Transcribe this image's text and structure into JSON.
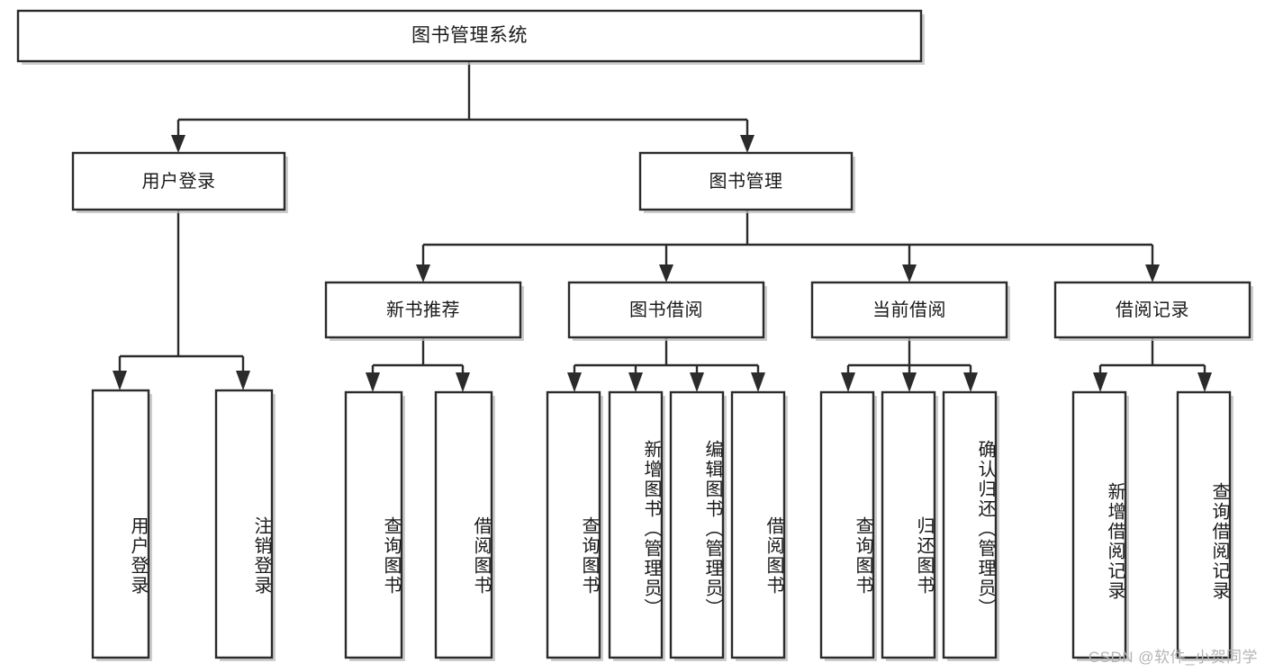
{
  "diagram": {
    "type": "tree-hierarchy-chart",
    "title": "图书管理系统",
    "colors": {
      "box_fill": "#ffffff",
      "box_stroke": "#2b2b2b",
      "text": "#1a1a1a",
      "watermark": "#b4b4b4",
      "background": "#ffffff"
    },
    "levels": {
      "root": {
        "label": "图书管理系统"
      },
      "level2": [
        {
          "label": "用户登录"
        },
        {
          "label": "图书管理"
        }
      ],
      "level3": [
        {
          "label": "新书推荐"
        },
        {
          "label": "图书借阅"
        },
        {
          "label": "当前借阅"
        },
        {
          "label": "借阅记录"
        }
      ],
      "leaves": {
        "user_login": [
          {
            "label": "用户登录"
          },
          {
            "label": "注销登录"
          }
        ],
        "new_book_recommend": [
          {
            "label": "查询图书"
          },
          {
            "label": "借阅图书"
          }
        ],
        "book_borrow": [
          {
            "label": "查询图书"
          },
          {
            "label": "新增图书（管理员）"
          },
          {
            "label": "编辑图书（管理员）"
          },
          {
            "label": "借阅图书"
          }
        ],
        "current_borrow": [
          {
            "label": "查询图书"
          },
          {
            "label": "归还图书"
          },
          {
            "label": "确认归还（管理员）"
          }
        ],
        "borrow_record": [
          {
            "label": "新增借阅记录"
          },
          {
            "label": "查询借阅记录"
          }
        ]
      }
    }
  },
  "watermark": {
    "text": "CSDN @软件_小贺同学"
  }
}
